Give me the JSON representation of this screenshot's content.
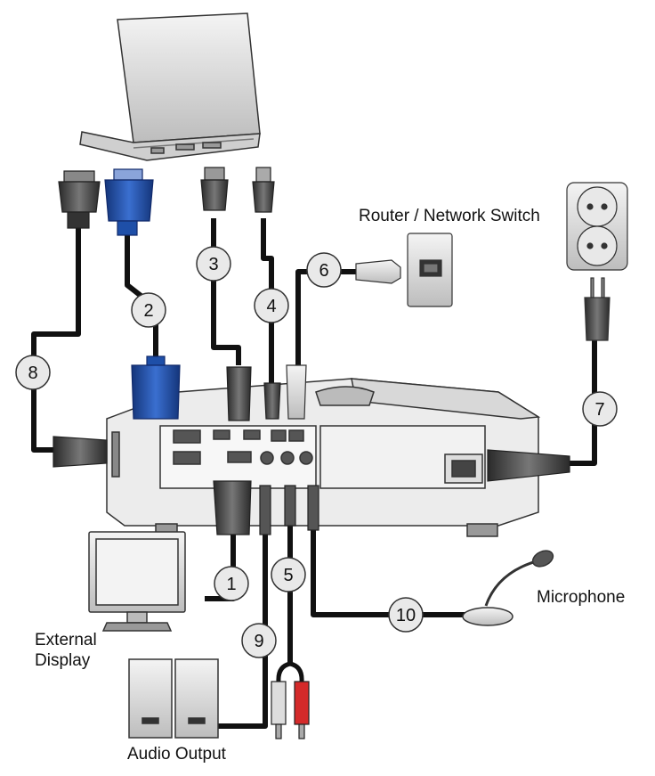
{
  "labels": {
    "router": "Router / Network Switch",
    "microphone": "Microphone",
    "external_display_line1": "External",
    "external_display_line2": "Display",
    "audio_output": "Audio Output"
  },
  "callouts": [
    "1",
    "2",
    "3",
    "4",
    "5",
    "6",
    "7",
    "8",
    "9",
    "10"
  ],
  "colors": {
    "cable": "#111111",
    "vga_blue": "#1e4fa8",
    "body_gray": "#e6e6e6",
    "outline": "#333333",
    "badge_fill": "#e9e9e9",
    "audio_red": "#d42a2a",
    "audio_white": "#dddddd"
  }
}
